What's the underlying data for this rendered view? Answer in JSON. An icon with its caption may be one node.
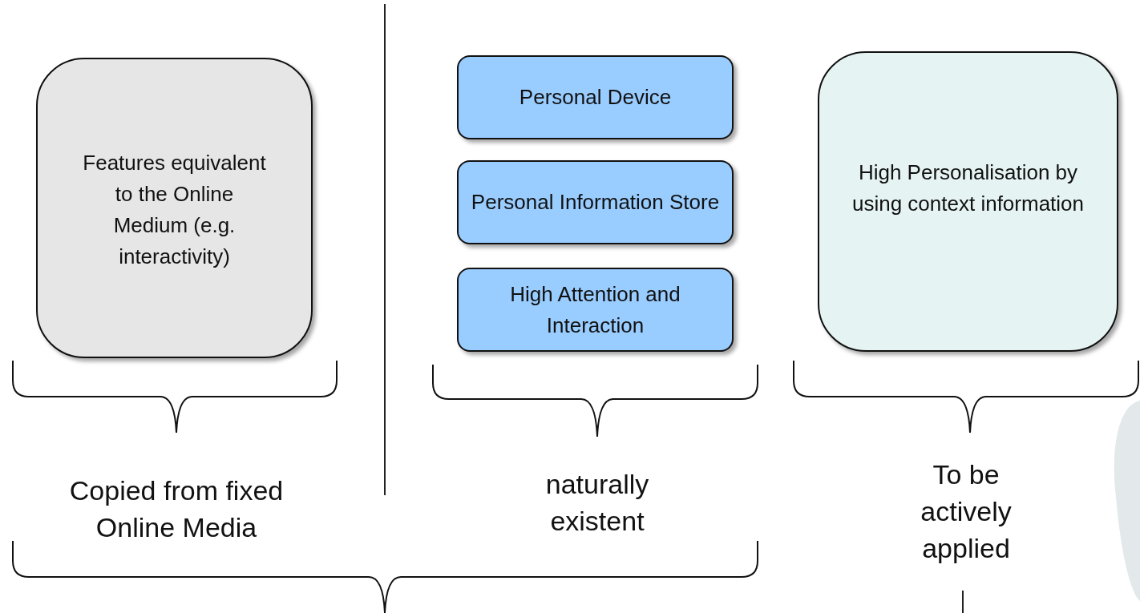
{
  "diagram": {
    "nodes": [
      {
        "text": [
          "Features equivalent to the Online Medium (e.g. interactivity)"
        ]
      },
      {
        "text": [
          "Personal Device"
        ]
      },
      {
        "text": [
          "Personal Information Store"
        ]
      },
      {
        "text": [
          "High Attention and Interaction"
        ]
      },
      {
        "text": [
          "High Personalisation by using context information"
        ]
      }
    ],
    "edges": [],
    "labels": [
      "Copied from fixed Online Media",
      "naturally existent",
      "To be actively applied"
    ]
  }
}
